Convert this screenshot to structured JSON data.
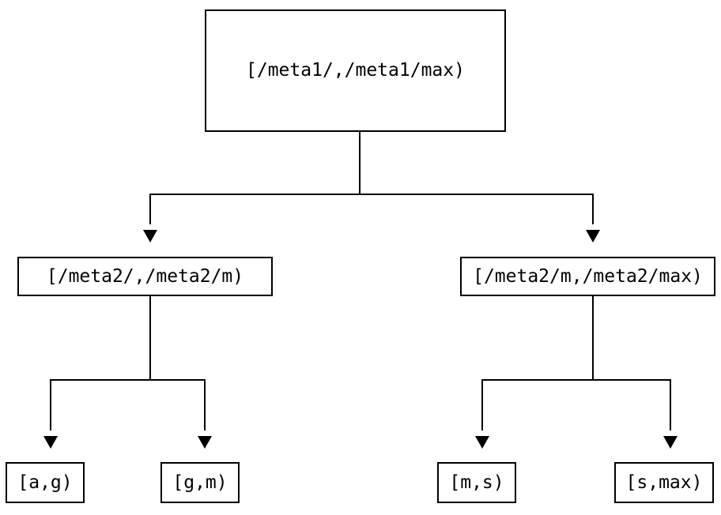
{
  "diagram": {
    "type": "tree",
    "background_color": "#ffffff",
    "line_color": "#000000",
    "text_color": "#000000",
    "nodes": {
      "root": {
        "label": "[/meta1/,/meta1/max)"
      },
      "meta2_low": {
        "label": "[/meta2/,/meta2/m)"
      },
      "meta2_high": {
        "label": "[/meta2/m,/meta2/max)"
      },
      "leaf_a_g": {
        "label": "[a,g)"
      },
      "leaf_g_m": {
        "label": "[g,m)"
      },
      "leaf_m_s": {
        "label": "[m,s)"
      },
      "leaf_s_max": {
        "label": "[s,max)"
      }
    },
    "edges": [
      {
        "from": "root",
        "to": "meta2_low"
      },
      {
        "from": "root",
        "to": "meta2_high"
      },
      {
        "from": "meta2_low",
        "to": "leaf_a_g"
      },
      {
        "from": "meta2_low",
        "to": "leaf_g_m"
      },
      {
        "from": "meta2_high",
        "to": "leaf_m_s"
      },
      {
        "from": "meta2_high",
        "to": "leaf_s_max"
      }
    ]
  }
}
